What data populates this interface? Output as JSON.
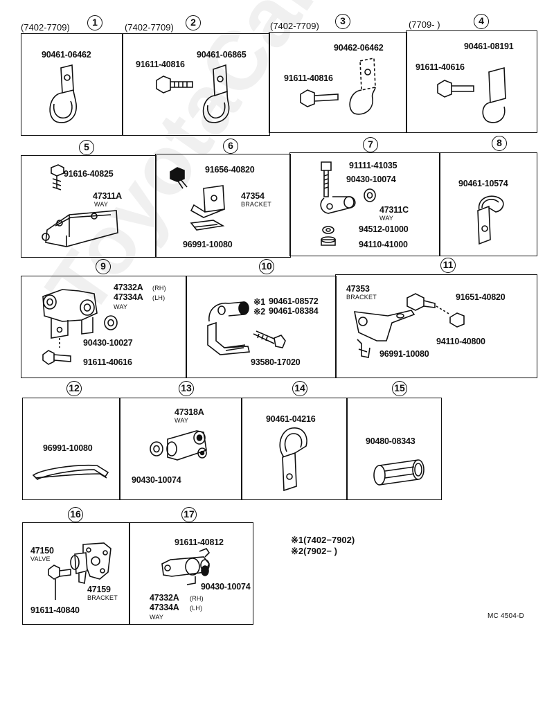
{
  "watermark": "ToyotaCarMine.ru",
  "dates": {
    "d1": "(7402-7709)",
    "d2": "(7402-7709)",
    "d3": "(7402-7709)",
    "d4": "(7709-      )"
  },
  "numbers": [
    "1",
    "2",
    "3",
    "4",
    "5",
    "6",
    "7",
    "8",
    "9",
    "10",
    "11",
    "12",
    "13",
    "14",
    "15",
    "16",
    "17"
  ],
  "parts": {
    "p1_a": "90461-06462",
    "p2_a": "91611-40816",
    "p2_b": "90461-06865",
    "p3_a": "90462-06462",
    "p3_b": "91611-40816",
    "p4_a": "90461-08191",
    "p4_b": "91611-40616",
    "p5_a": "91616-40825",
    "p5_b": "47311A",
    "p5_b_sub": "WAY",
    "p6_a": "91656-40820",
    "p6_b": "47354",
    "p6_b_sub": "BRACKET",
    "p6_c": "96991-10080",
    "p7_a": "91111-41035",
    "p7_b": "90430-10074",
    "p7_c": "47311C",
    "p7_c_sub": "WAY",
    "p7_d": "94512-01000",
    "p7_e": "94110-41000",
    "p8_a": "90461-10574",
    "p9_a": "47332A",
    "p9_a_sub": "(RH)",
    "p9_b": "47334A",
    "p9_b_sub": "(LH)",
    "p9_way": "WAY",
    "p9_c": "90430-10027",
    "p9_d": "91611-40616",
    "p10_m1": "※1",
    "p10_a": "90461-08572",
    "p10_m2": "※2",
    "p10_b": "90461-08384",
    "p10_c": "93580-17020",
    "p11_a": "47353",
    "p11_a_sub": "BRACKET",
    "p11_b": "91651-40820",
    "p11_c": "94110-40800",
    "p11_d": "96991-10080",
    "p12_a": "96991-10080",
    "p13_a": "47318A",
    "p13_a_sub": "WAY",
    "p13_b": "90430-10074",
    "p14_a": "90461-04216",
    "p15_a": "90480-08343",
    "p16_a": "47150",
    "p16_a_sub": "VALVE",
    "p16_b": "47159",
    "p16_b_sub": "BRACKET",
    "p16_c": "91611-40840",
    "p17_a": "91611-40812",
    "p17_b": "90430-10074",
    "p17_c": "47332A",
    "p17_c_sub": "(RH)",
    "p17_d": "47334A",
    "p17_d_sub": "(LH)",
    "p17_way": "WAY"
  },
  "notes": {
    "n1": "※1(7402−7902)",
    "n2": "※2(7902−      )"
  },
  "code": "MC 4504-D"
}
